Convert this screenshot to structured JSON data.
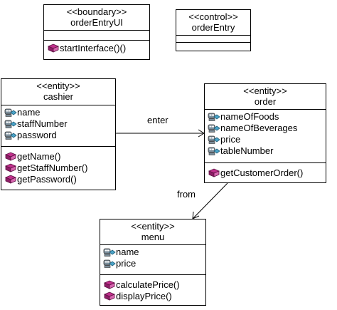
{
  "classes": {
    "orderEntryUI": {
      "stereotype": "<<boundary>>",
      "name": "orderEntryUI",
      "attributes": [],
      "operations": [
        "startInterface()()"
      ]
    },
    "orderEntry": {
      "stereotype": "<<control>>",
      "name": "orderEntry",
      "attributes": [],
      "operations": []
    },
    "cashier": {
      "stereotype": "<<entity>>",
      "name": "cashier",
      "attributes": [
        "name",
        "staffNumber",
        "password"
      ],
      "operations": [
        "getName()",
        "getStaffNumber()",
        "getPassword()"
      ]
    },
    "order": {
      "stereotype": "<<entity>>",
      "name": "order",
      "attributes": [
        "nameOfFoods",
        "nameOfBeverages",
        "price",
        "tableNumber"
      ],
      "operations": [
        "getCustomerOrder()"
      ]
    },
    "menu": {
      "stereotype": "<<entity>>",
      "name": "menu",
      "attributes": [
        "name",
        "price"
      ],
      "operations": [
        "calculatePrice()",
        "displayPrice()"
      ]
    }
  },
  "associations": {
    "cashier_order": "enter",
    "order_menu": "from"
  },
  "icons": {
    "attribute": "attribute-icon",
    "operation": "operation-icon"
  },
  "colors": {
    "attribute_icon_fill": "#4aa3c8",
    "attribute_icon_body": "#7d8f9c",
    "operation_icon_fill": "#c0308c",
    "line": "#000000"
  }
}
